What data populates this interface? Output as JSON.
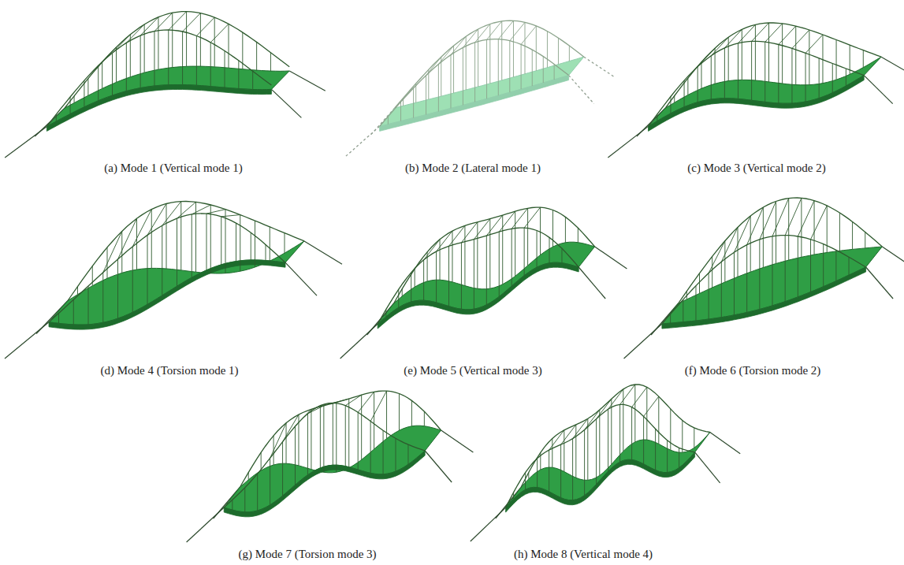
{
  "diagram": {
    "labels": [
      "(a)  Mode 1 (Vertical mode 1)",
      "(b)  Mode 2 (Lateral mode 1)",
      "(c)  Mode 3 (Vertical mode 2)",
      "(d)  Mode 4 (Torsion mode 1)",
      "(e)  Mode 5 (Vertical mode 3)",
      "(f)  Mode 6 (Torsion mode 2)",
      "(g)  Mode 7 (Torsion mode 3)",
      "(h)  Mode 8 (Vertical mode 4)"
    ]
  }
}
